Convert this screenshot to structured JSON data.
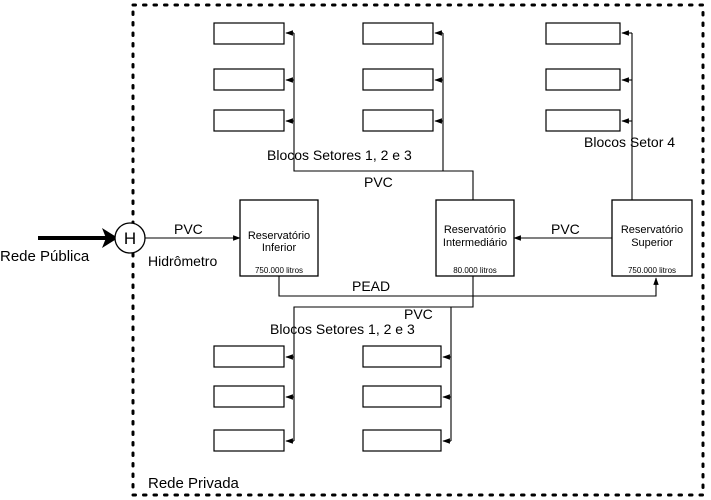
{
  "labels": {
    "rede_publica": "Rede Pública",
    "rede_privada": "Rede Privada",
    "hidrometro": "Hidrômetro",
    "hidrometro_symbol": "H",
    "pvc_inlet": "PVC",
    "pvc_top": "PVC",
    "pvc_right": "PVC",
    "pvc_bottom": "PVC",
    "pead": "PEAD",
    "blocos_top": "Blocos Setores 1, 2 e 3",
    "blocos_setor4": "Blocos Setor 4",
    "blocos_bottom": "Blocos Setores 1, 2 e 3"
  },
  "reservoirs": {
    "inferior": {
      "line1": "Reservatório",
      "line2": "Inferior",
      "capacity": "750.000 litros"
    },
    "intermediario": {
      "line1": "Reservatório",
      "line2": "Intermediário",
      "capacity": "80.000 litros"
    },
    "superior": {
      "line1": "Reservatório",
      "line2": "Superior",
      "capacity": "750.000 litros"
    }
  },
  "colors": {
    "line": "#000000",
    "background": "#ffffff"
  }
}
